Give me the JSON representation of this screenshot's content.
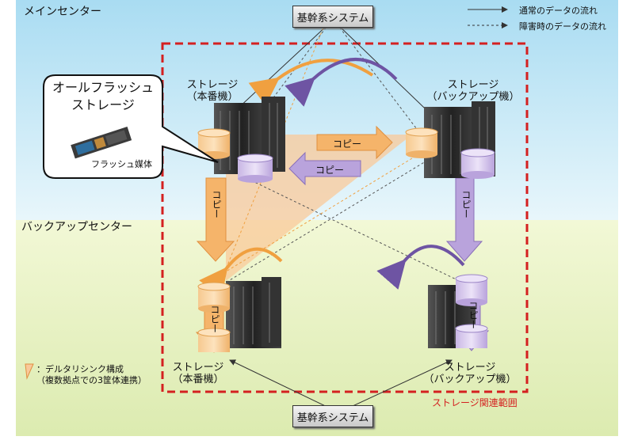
{
  "centers": {
    "main": "メインセンター",
    "backup": "バックアップセンター"
  },
  "core_system": {
    "top": "基幹系システム",
    "bottom": "基幹系システム"
  },
  "legend": {
    "normal": "通常のデータの流れ",
    "failure": "障害時のデータの流れ"
  },
  "storages": {
    "main_primary": {
      "line1": "ストレージ",
      "line2": "（本番機）"
    },
    "main_backup": {
      "line1": "ストレージ",
      "line2": "（バックアップ機）"
    },
    "backup_primary": {
      "line1": "ストレージ",
      "line2": "（本番機）"
    },
    "backup_backup": {
      "line1": "ストレージ",
      "line2": "（バックアップ機）"
    }
  },
  "callout": {
    "title_line1": "オールフラッシュ",
    "title_line2": "ストレージ",
    "media_label": "フラッシュ媒体"
  },
  "copy": {
    "right": "コピー",
    "left": "コピー",
    "down_left": "コピー",
    "down_right": "コピー",
    "lower_left": "コピー",
    "lower_right": "コピー"
  },
  "note": {
    "line1": "：デルタリシンク構成",
    "line2": "（複数拠点での3筐体連携）"
  },
  "scope_label": "ストレージ関連範囲",
  "colors": {
    "orange": "#f5a54a",
    "purple": "#8a70b8",
    "scope_red": "#d42020"
  }
}
